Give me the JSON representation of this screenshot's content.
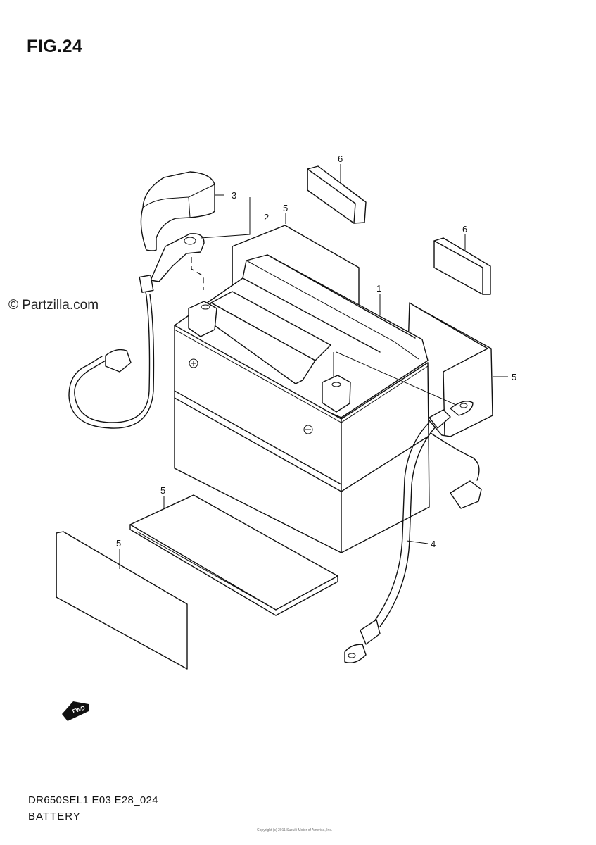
{
  "figure": {
    "title": "FIG.24"
  },
  "watermark": "© Partzilla.com",
  "callouts": [
    {
      "id": "1",
      "label": "1"
    },
    {
      "id": "2",
      "label": "2"
    },
    {
      "id": "3",
      "label": "3"
    },
    {
      "id": "4",
      "label": "4"
    },
    {
      "id": "5a",
      "label": "5"
    },
    {
      "id": "5b",
      "label": "5"
    },
    {
      "id": "5c",
      "label": "5"
    },
    {
      "id": "5d",
      "label": "5"
    },
    {
      "id": "6a",
      "label": "6"
    },
    {
      "id": "6b",
      "label": "6"
    }
  ],
  "front_arrow": "FWD",
  "footer": {
    "code": "DR650SEL1 E03 E28_024",
    "name": "BATTERY"
  },
  "copyright": "Copyright (c) 2011 Suzuki Motor of America, Inc."
}
